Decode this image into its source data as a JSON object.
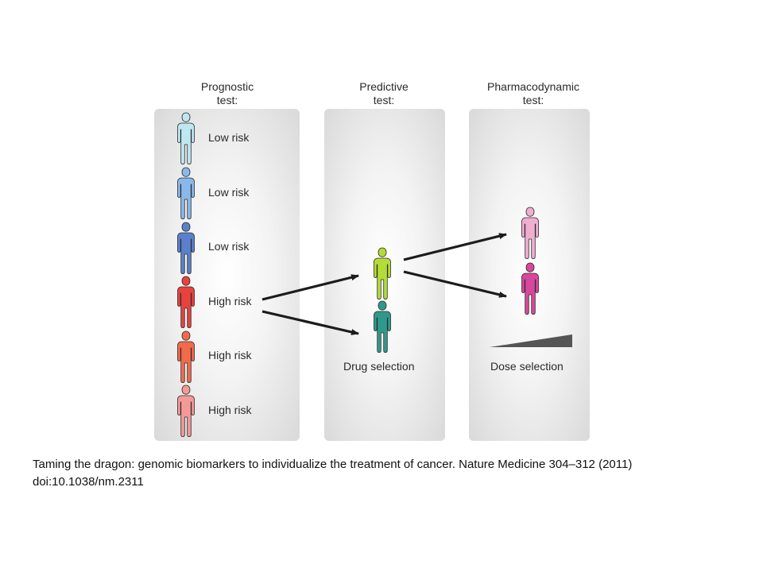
{
  "columns": [
    {
      "header_line1": "Prognostic",
      "header_line2": "test:",
      "rows": [
        {
          "label": "Low risk",
          "color": "#bfe7f2"
        },
        {
          "label": "Low risk",
          "color": "#8ab8ea"
        },
        {
          "label": "Low risk",
          "color": "#5a80cc"
        },
        {
          "label": "High risk",
          "color": "#e8423f"
        },
        {
          "label": "High risk",
          "color": "#f26a4c"
        },
        {
          "label": "High risk",
          "color": "#f39a98"
        }
      ]
    },
    {
      "header_line1": "Predictive",
      "header_line2": "test:",
      "figures": [
        {
          "color": "#b3dc36"
        },
        {
          "color": "#2f9a8c"
        }
      ],
      "label": "Drug selection"
    },
    {
      "header_line1": "Pharmacodynamic",
      "header_line2": "test:",
      "figures": [
        {
          "color": "#f0aed1"
        },
        {
          "color": "#d9479c"
        }
      ],
      "label": "Dose selection"
    }
  ],
  "caption": "Taming the dragon: genomic biomarkers to individualize the treatment of cancer. Nature Medicine 304–312 (2011) doi:10.1038/nm.2311"
}
